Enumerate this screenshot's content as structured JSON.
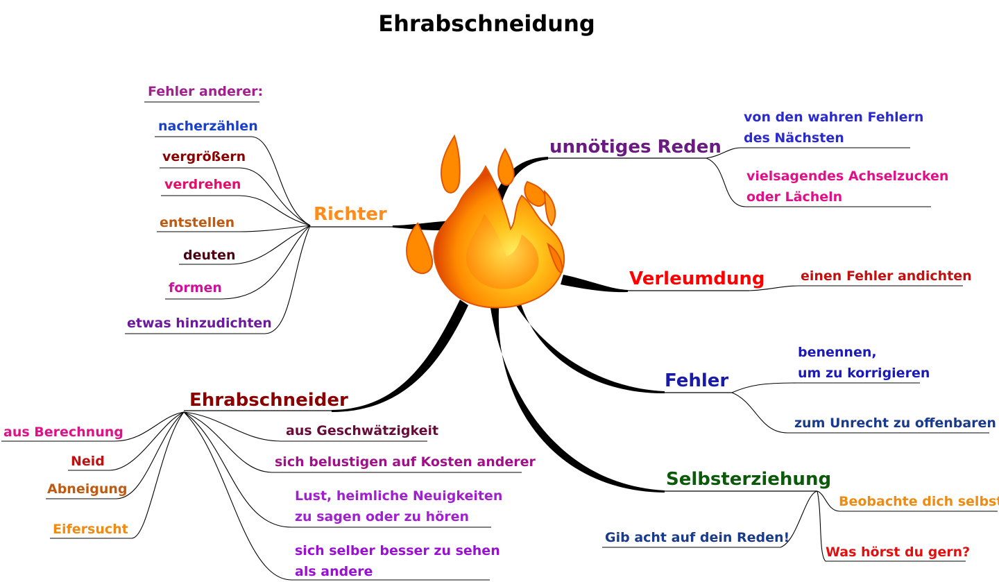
{
  "title": "Ehrabschneidung",
  "colors": {
    "background": "#ffffff",
    "connector": "#000000",
    "richter": "#ff8c1a",
    "reden": "#6a1a80",
    "verleumdung": "#ff0000",
    "fehler": "#1a1aa8",
    "selbst": "#0a5a0a",
    "ehrabschneider": "#8b0000",
    "flame_outer": "#ff6a00",
    "flame_inner": "#ffd21a"
  },
  "center_icon": "fire-icon",
  "branches": {
    "richter": {
      "label": "Richter",
      "heading": "Fehler anderer:",
      "items": [
        "nacherzählen",
        "vergrößern",
        "verdrehen",
        "entstellen",
        "deuten",
        "formen",
        "etwas hinzudichten"
      ]
    },
    "unnoetiges_reden": {
      "label": "unnötiges Reden",
      "items": [
        {
          "line1": "von den wahren Fehlern",
          "line2": "des Nächsten"
        },
        {
          "line1": "vielsagendes Achselzucken",
          "line2": "oder Lächeln"
        }
      ]
    },
    "verleumdung": {
      "label": "Verleumdung",
      "items": [
        "einen Fehler andichten"
      ]
    },
    "fehler": {
      "label": "Fehler",
      "items": [
        {
          "line1": "benennen,",
          "line2": "um zu korrigieren"
        },
        {
          "line1": "zum Unrecht zu offenbaren",
          "line2": ""
        }
      ]
    },
    "selbsterziehung": {
      "label": "Selbsterziehung",
      "items": [
        "Beobachte dich selbst!",
        "Gib acht auf dein Reden!",
        "Was hörst du gern?"
      ]
    },
    "ehrabschneider": {
      "label": "Ehrabschneider",
      "left_items": [
        "aus Berechnung",
        "Neid",
        "Abneigung",
        "Eifersucht"
      ],
      "right_items": [
        {
          "line1": "aus Geschwätzigkeit",
          "line2": ""
        },
        {
          "line1": "sich belustigen auf Kosten anderer",
          "line2": ""
        },
        {
          "line1": "Lust, heimliche Neuigkeiten",
          "line2": "zu sagen oder zu hören"
        },
        {
          "line1": "sich selber besser zu sehen",
          "line2": "als andere"
        }
      ]
    }
  }
}
